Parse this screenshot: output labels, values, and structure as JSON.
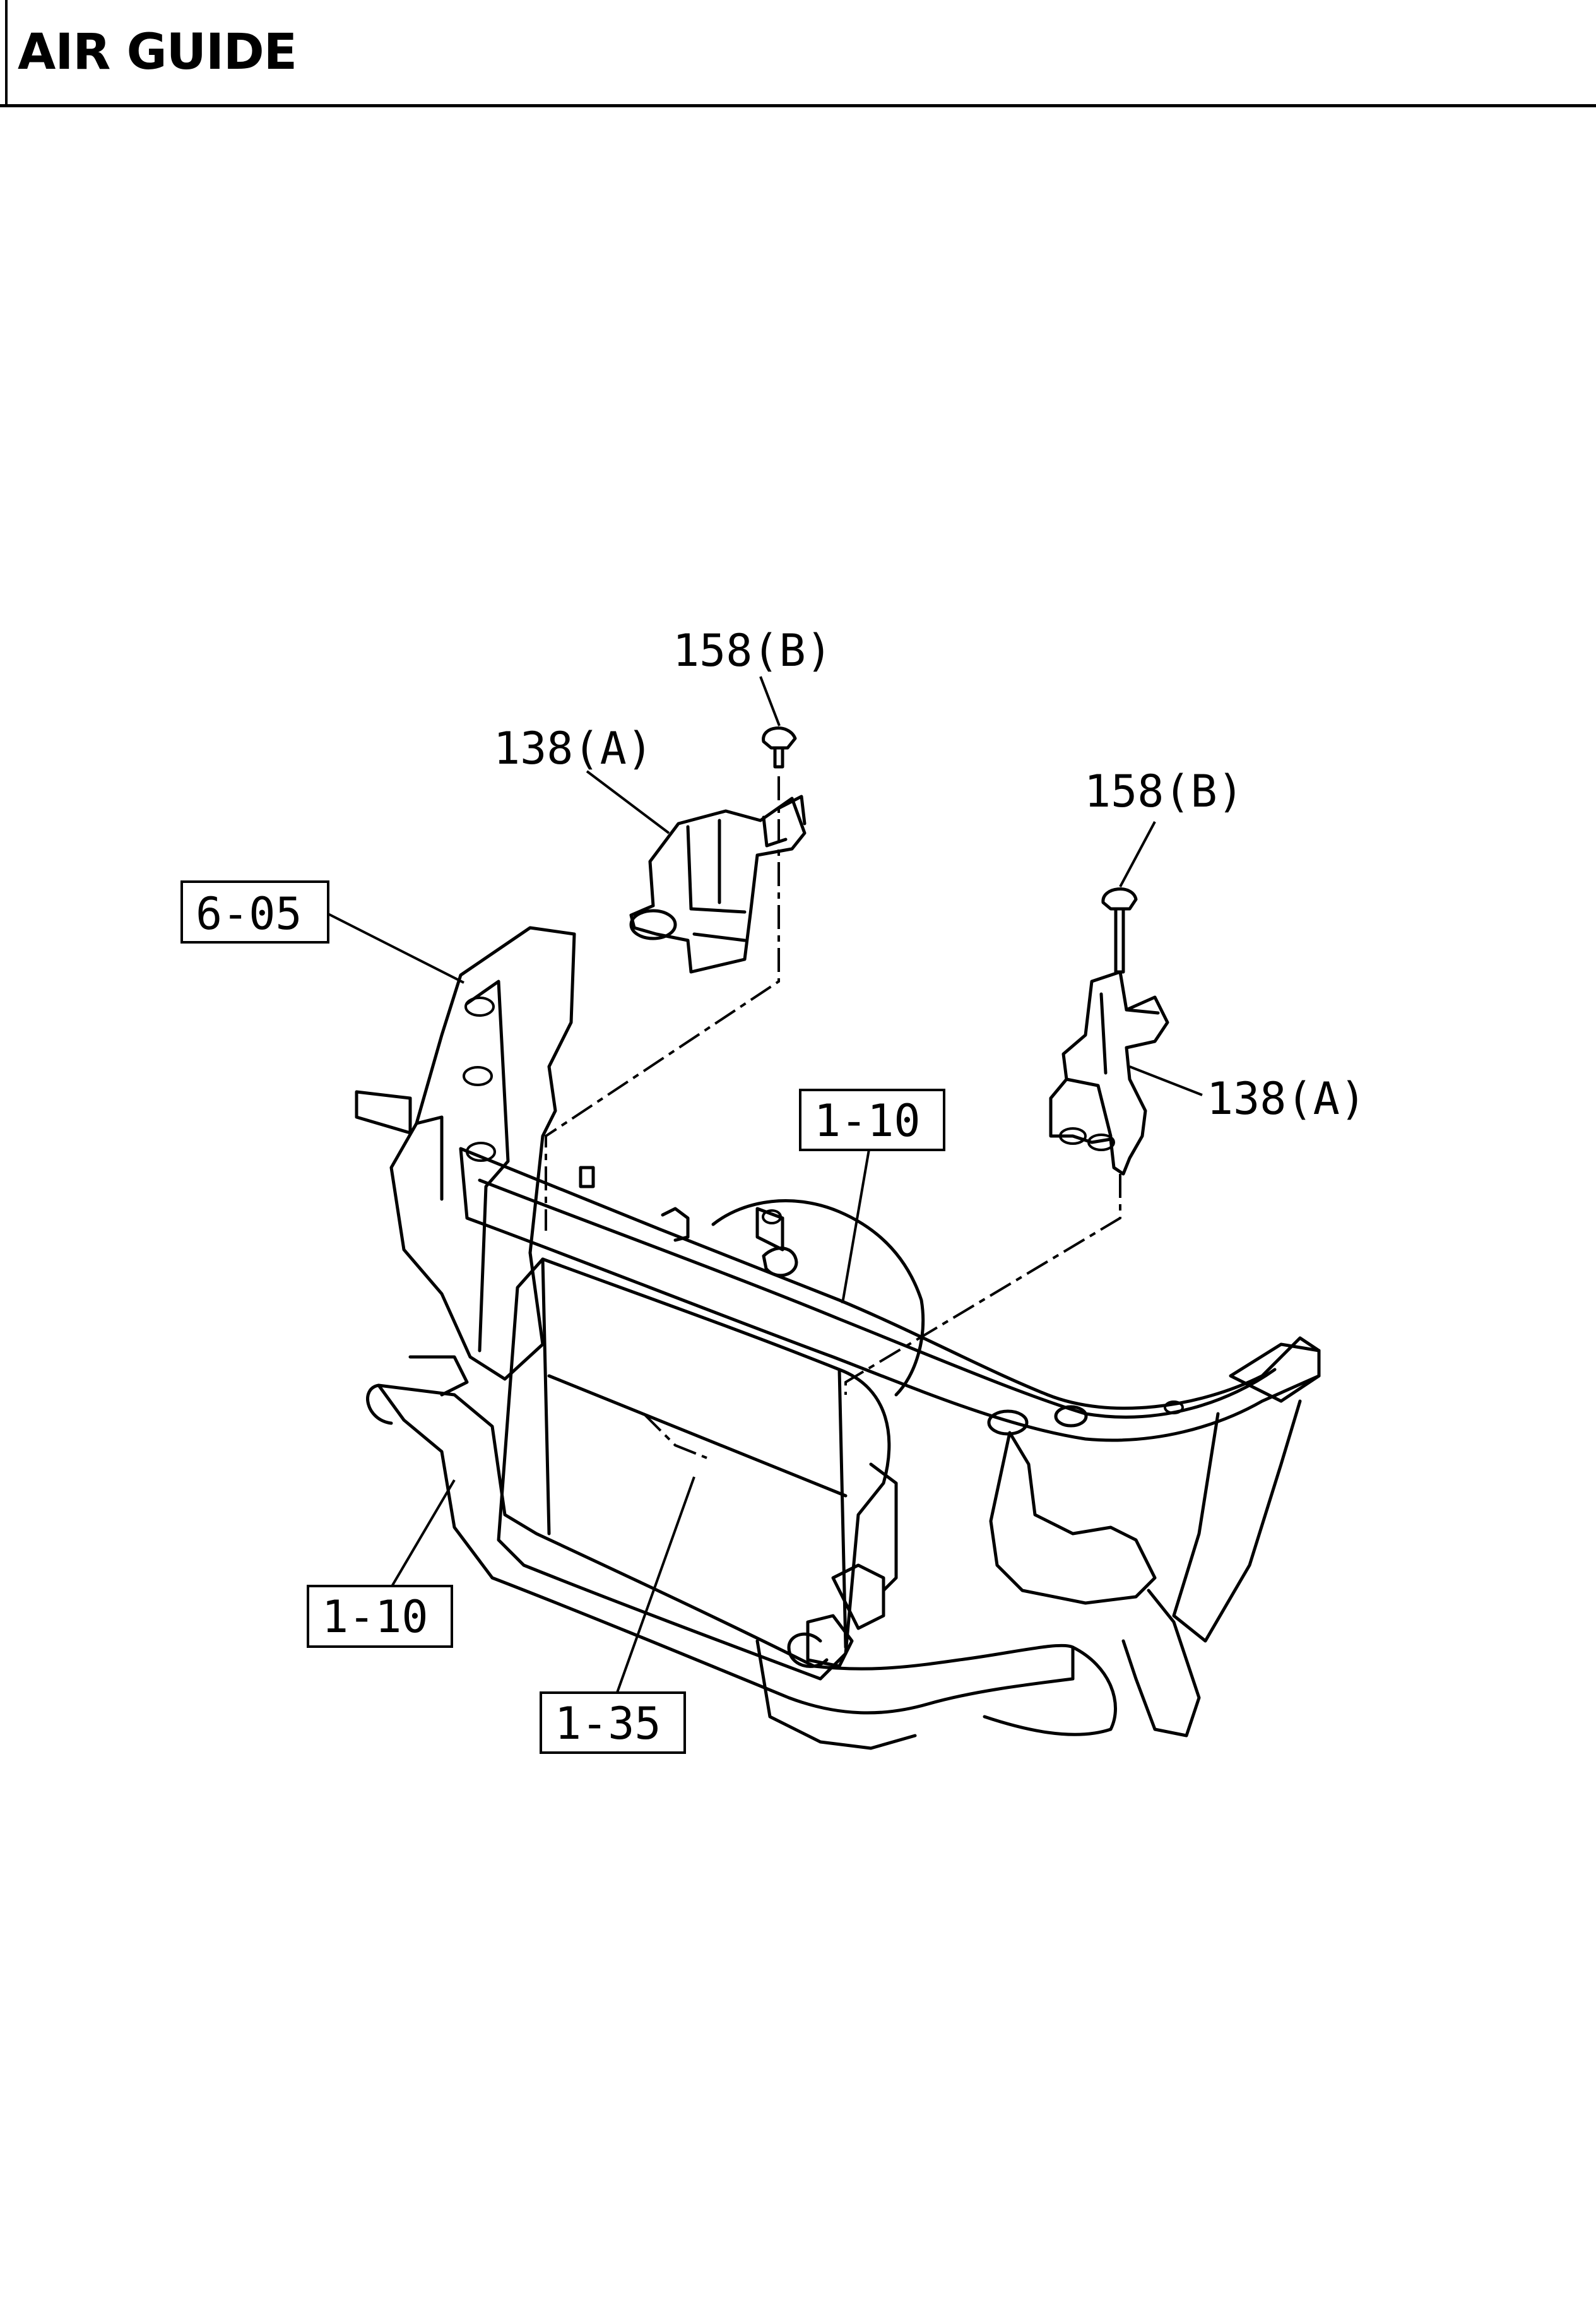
{
  "header": {
    "title": "AIR GUIDE"
  },
  "callouts": {
    "bolt_b_left": "158(B)",
    "bolt_b_right": "158(B)",
    "guide_a_left": "138(A)",
    "guide_a_right": "138(A)",
    "ref_605": "6-05",
    "ref_110_top": "1-10",
    "ref_110_bottom": "1-10",
    "ref_135": "1-35"
  }
}
